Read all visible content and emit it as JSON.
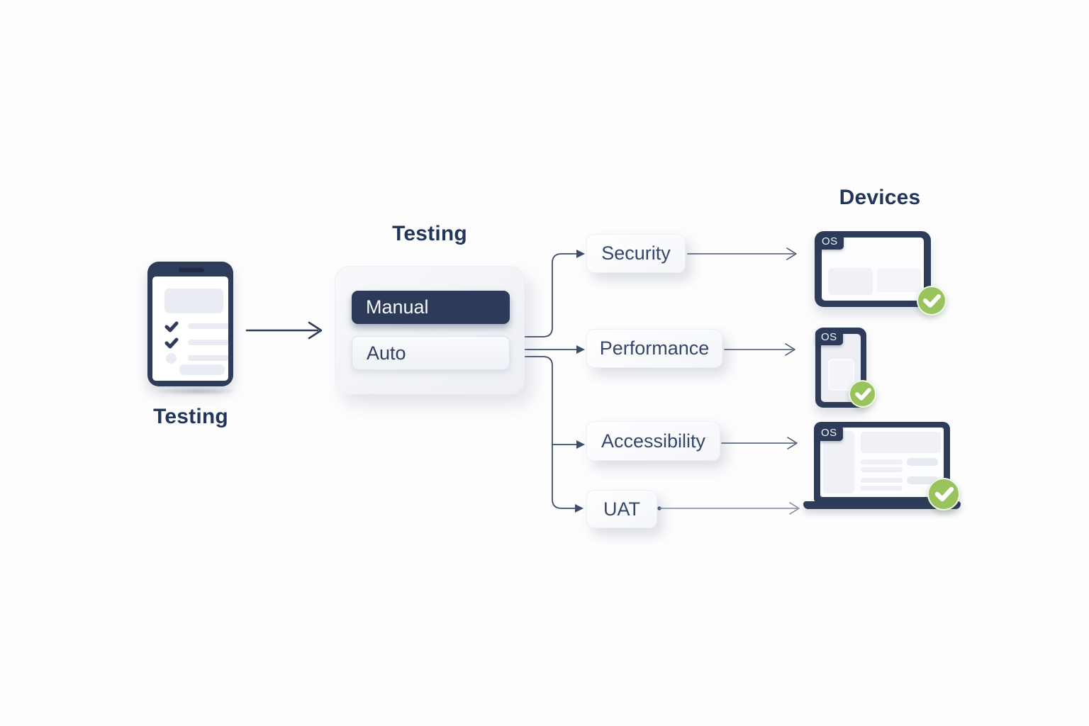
{
  "source": {
    "label": "Testing"
  },
  "panel": {
    "title": "Testing",
    "buttons": [
      {
        "label": "Manual"
      },
      {
        "label": "Auto"
      }
    ]
  },
  "branches": [
    {
      "label": "Security"
    },
    {
      "label": "Performance"
    },
    {
      "label": "Accessibility"
    },
    {
      "label": "UAT"
    }
  ],
  "devices": {
    "title": "Devices",
    "items": [
      {
        "type": "tablet",
        "badge": "OS",
        "status": "passed"
      },
      {
        "type": "phone",
        "badge": "OS",
        "status": "passed"
      },
      {
        "type": "laptop",
        "badge": "OS",
        "status": "passed"
      }
    ]
  },
  "colors": {
    "navy": "#2e3c5a",
    "line": "#3d4c6b",
    "accent_green": "#99c35d",
    "card_text": "#35466b",
    "light_block": "#e9ecf3"
  }
}
